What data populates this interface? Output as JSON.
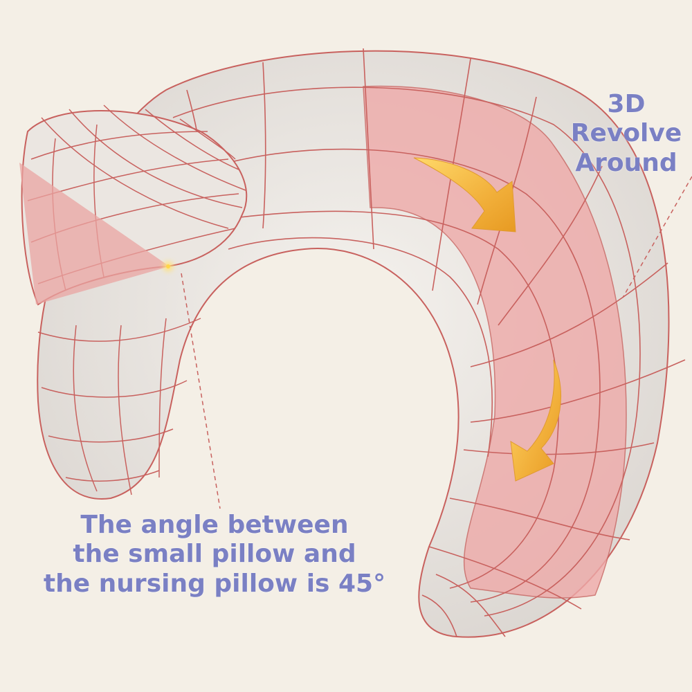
{
  "annotations": {
    "revolve": {
      "lines": [
        "3D",
        "Revolve",
        "Around"
      ]
    },
    "angle": {
      "lines": [
        "The angle between",
        "the small pillow and",
        "the nursing pillow is 45°"
      ]
    }
  },
  "colors": {
    "background": "#f4efe6",
    "pillow_fill": "#ece7e2",
    "wireframe_line": "#c8615e",
    "highlight_band": "#eeaaa9",
    "angle_wedge": "#e9a4a1",
    "arrow": "#f2b13c",
    "text": "#7a80c4"
  },
  "icons": {
    "rotation_arrows": "curved-arrow-icon"
  }
}
